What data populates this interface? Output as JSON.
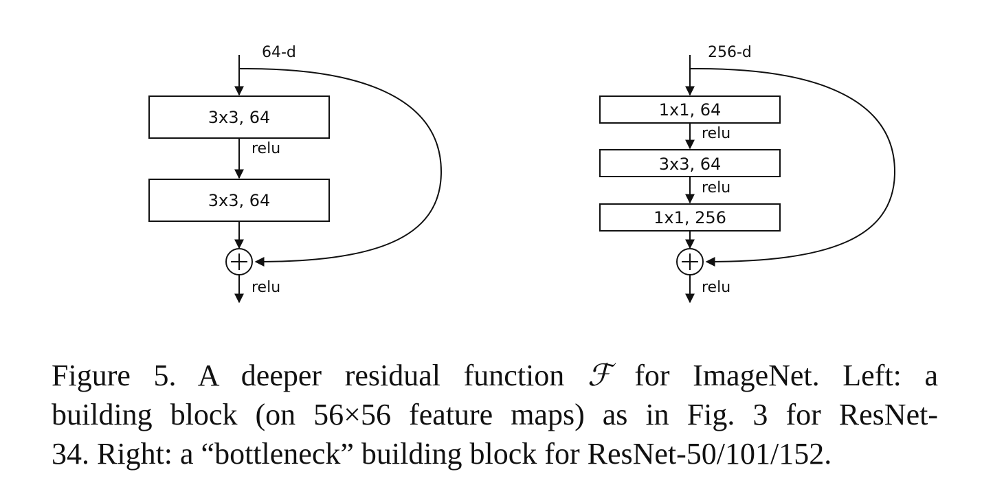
{
  "figure": {
    "left_block": {
      "input_label": "64-d",
      "layers": [
        "3x3, 64",
        "3x3, 64"
      ],
      "activations": [
        "relu"
      ],
      "output_activation": "relu",
      "sum_symbol": "+"
    },
    "right_block": {
      "input_label": "256-d",
      "layers": [
        "1x1, 64",
        "3x3, 64",
        "1x1, 256"
      ],
      "activations": [
        "relu",
        "relu"
      ],
      "output_activation": "relu",
      "sum_symbol": "+"
    }
  },
  "caption": {
    "line1_a": "Figure 5. A deeper residual function ",
    "symbol": "ℱ",
    "line1_b": " for ImageNet.  Left: a",
    "line2": "building block (on 56×56 feature maps) as in Fig. 3 for ResNet-",
    "line3": "34. Right: a “bottleneck” building block for ResNet-50/101/152."
  }
}
